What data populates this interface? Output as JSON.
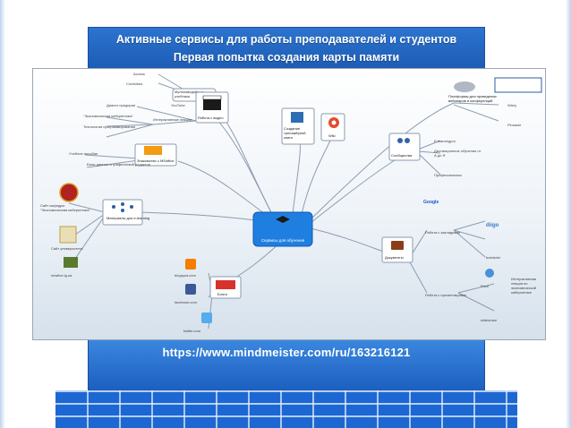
{
  "slide": {
    "title_line1": "Активные сервисы для работы преподавателей и студентов",
    "title_line2": "Первая попытка создания карты памяти",
    "url": "https://www.mindmeister.com/ru/163216121"
  },
  "colors": {
    "title_bar": "#2370d4",
    "url_bar": "#2a77d8",
    "central_node": "#1e7fe0",
    "connector": "#8a9bb0",
    "grid_background": "#1c6ad6"
  },
  "mindmap": {
    "center": {
      "label": "Сервисы для обучения",
      "icon": "graduation-cap-icon"
    },
    "nodes": {
      "multimedia": {
        "label": "Мультимедийные учебники",
        "children": [
          "Access",
          "Coreldraw"
        ]
      },
      "video": {
        "label": "Работа с видео",
        "icon": "clapperboard-icon",
        "children": [
          "YouTube",
          "Интерактивные лекции"
        ],
        "sub_video": [
          "Диалог предприи",
          "\"Экономическая кибернетика\"",
          "Технологии программирования"
        ]
      },
      "msoffice": {
        "label": "Знакомство с MSoffice",
        "icon": "office-logo-icon",
        "children": [
          "Учебное пособие",
          "Базы данных и графический редактор"
        ]
      },
      "materials": {
        "label": "Материалы для e-learning",
        "icon": "network-icon",
        "children": [
          "Сайт кафедры \"Экономическая кибернетика\"",
          "Сайт университета",
          "newline.lg.ua"
        ]
      },
      "blogs": {
        "label": "Блоги",
        "icon": "blog-icon",
        "children": [
          "blogspot.com",
          "facebook.com",
          "twitter.com"
        ]
      },
      "textbook": {
        "label": "Создание тренажёрной книги",
        "icon": "book-icon"
      },
      "wiki": {
        "label": "Wiki",
        "icon": "wiki-icon"
      },
      "webinars": {
        "label": "Платформы для проведения вебинаров и конференций",
        "icon": "cloud-icon",
        "children": [
          "Wiziq",
          "Pinnacle"
        ]
      },
      "communities": {
        "label": "Сообщества",
        "icon": "people-icon",
        "children": [
          "E-learningpro",
          "Дистанционное обучение от А до Я",
          "Профессионалы"
        ]
      },
      "documents": {
        "label": "Документы",
        "icon": "briefcase-icon",
        "children": [
          "Работа с закладками",
          "Работа с презентациями"
        ],
        "bookmarks": [
          "Google",
          "diigo",
          "bobrdobr"
        ],
        "presentations": [
          "Prezi",
          "slideshare",
          "Интерактивная лекция по экономической кибернетике"
        ]
      }
    }
  }
}
